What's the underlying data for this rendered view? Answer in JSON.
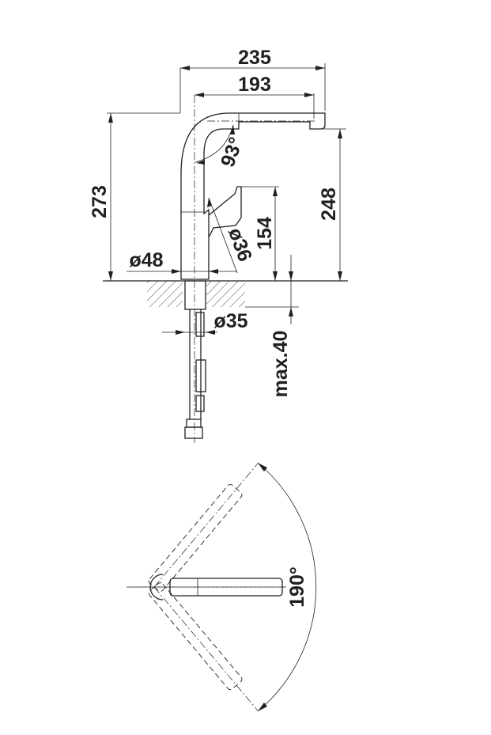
{
  "side_view": {
    "dimensions": {
      "total_reach": "235",
      "spout_reach": "193",
      "total_height": "273",
      "spout_height": "248",
      "lever_height": "154",
      "base_diameter": "ø48",
      "spray_diameter": "ø36",
      "spout_angle": "93°",
      "mounting_hole": "ø35",
      "max_thickness": "max.40"
    }
  },
  "top_view": {
    "dimensions": {
      "swivel_angle": "190°"
    }
  },
  "colors": {
    "line": "#231f20",
    "background": "#ffffff"
  }
}
